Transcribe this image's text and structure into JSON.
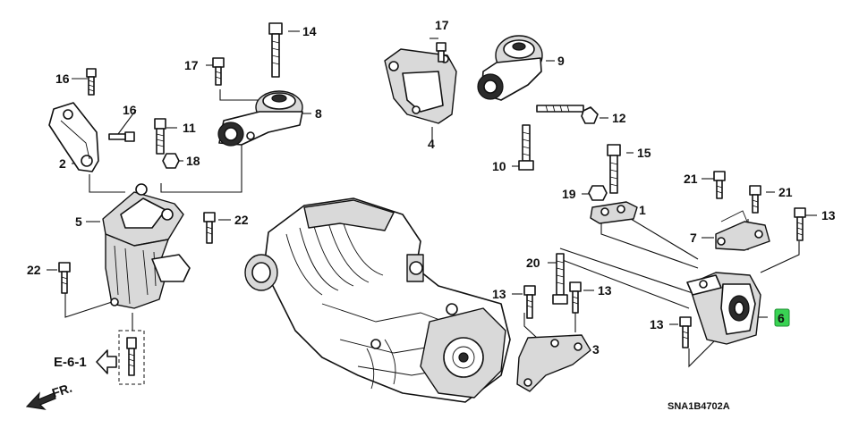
{
  "diagram_code": "SNA1B4702A",
  "reference": "E-6-1",
  "direction": "FR.",
  "highlight_color": "#39d353",
  "callouts": {
    "c1": "1",
    "c2": "2",
    "c3": "3",
    "c4": "4",
    "c5": "5",
    "c6": "6",
    "c7": "7",
    "c8": "8",
    "c9": "9",
    "c10": "10",
    "c11": "11",
    "c12": "12",
    "c13a": "13",
    "c13b": "13",
    "c13c": "13",
    "c13d": "13",
    "c14": "14",
    "c15": "15",
    "c16a": "16",
    "c16b": "16",
    "c17a": "17",
    "c17b": "17",
    "c18": "18",
    "c19": "19",
    "c20": "20",
    "c21a": "21",
    "c21b": "21",
    "c22a": "22",
    "c22b": "22"
  }
}
